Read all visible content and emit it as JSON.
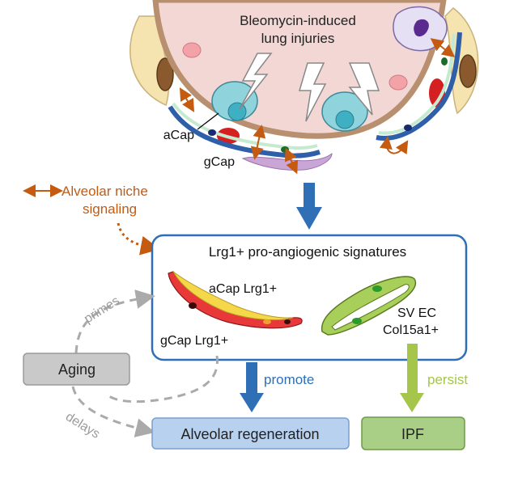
{
  "injury": {
    "title_line1": "Bleomycin-induced",
    "title_line2": "lung injuries"
  },
  "cells": {
    "acap": "aCap",
    "gcap": "gCap"
  },
  "legend": {
    "line1": "Alveolar niche",
    "line2": "signaling"
  },
  "signature_box": {
    "title": "Lrg1+ pro-angiogenic signatures",
    "acap_lrg1": "aCap Lrg1+",
    "gcap_lrg1": "gCap Lrg1+",
    "sv_ec": "SV EC",
    "col15a1": "Col15a1+"
  },
  "aging": {
    "label": "Aging",
    "primes": "primes",
    "delays": "delays"
  },
  "outcomes": {
    "promote": "promote",
    "persist": "persist",
    "regeneration": "Alveolar regeneration",
    "ipf": "IPF"
  },
  "colors": {
    "blue_arrow": "#2e6fb5",
    "green_arrow": "#a5c64a",
    "signaling_orange": "#c55a11",
    "gray_dashed": "#aaaaaa"
  }
}
